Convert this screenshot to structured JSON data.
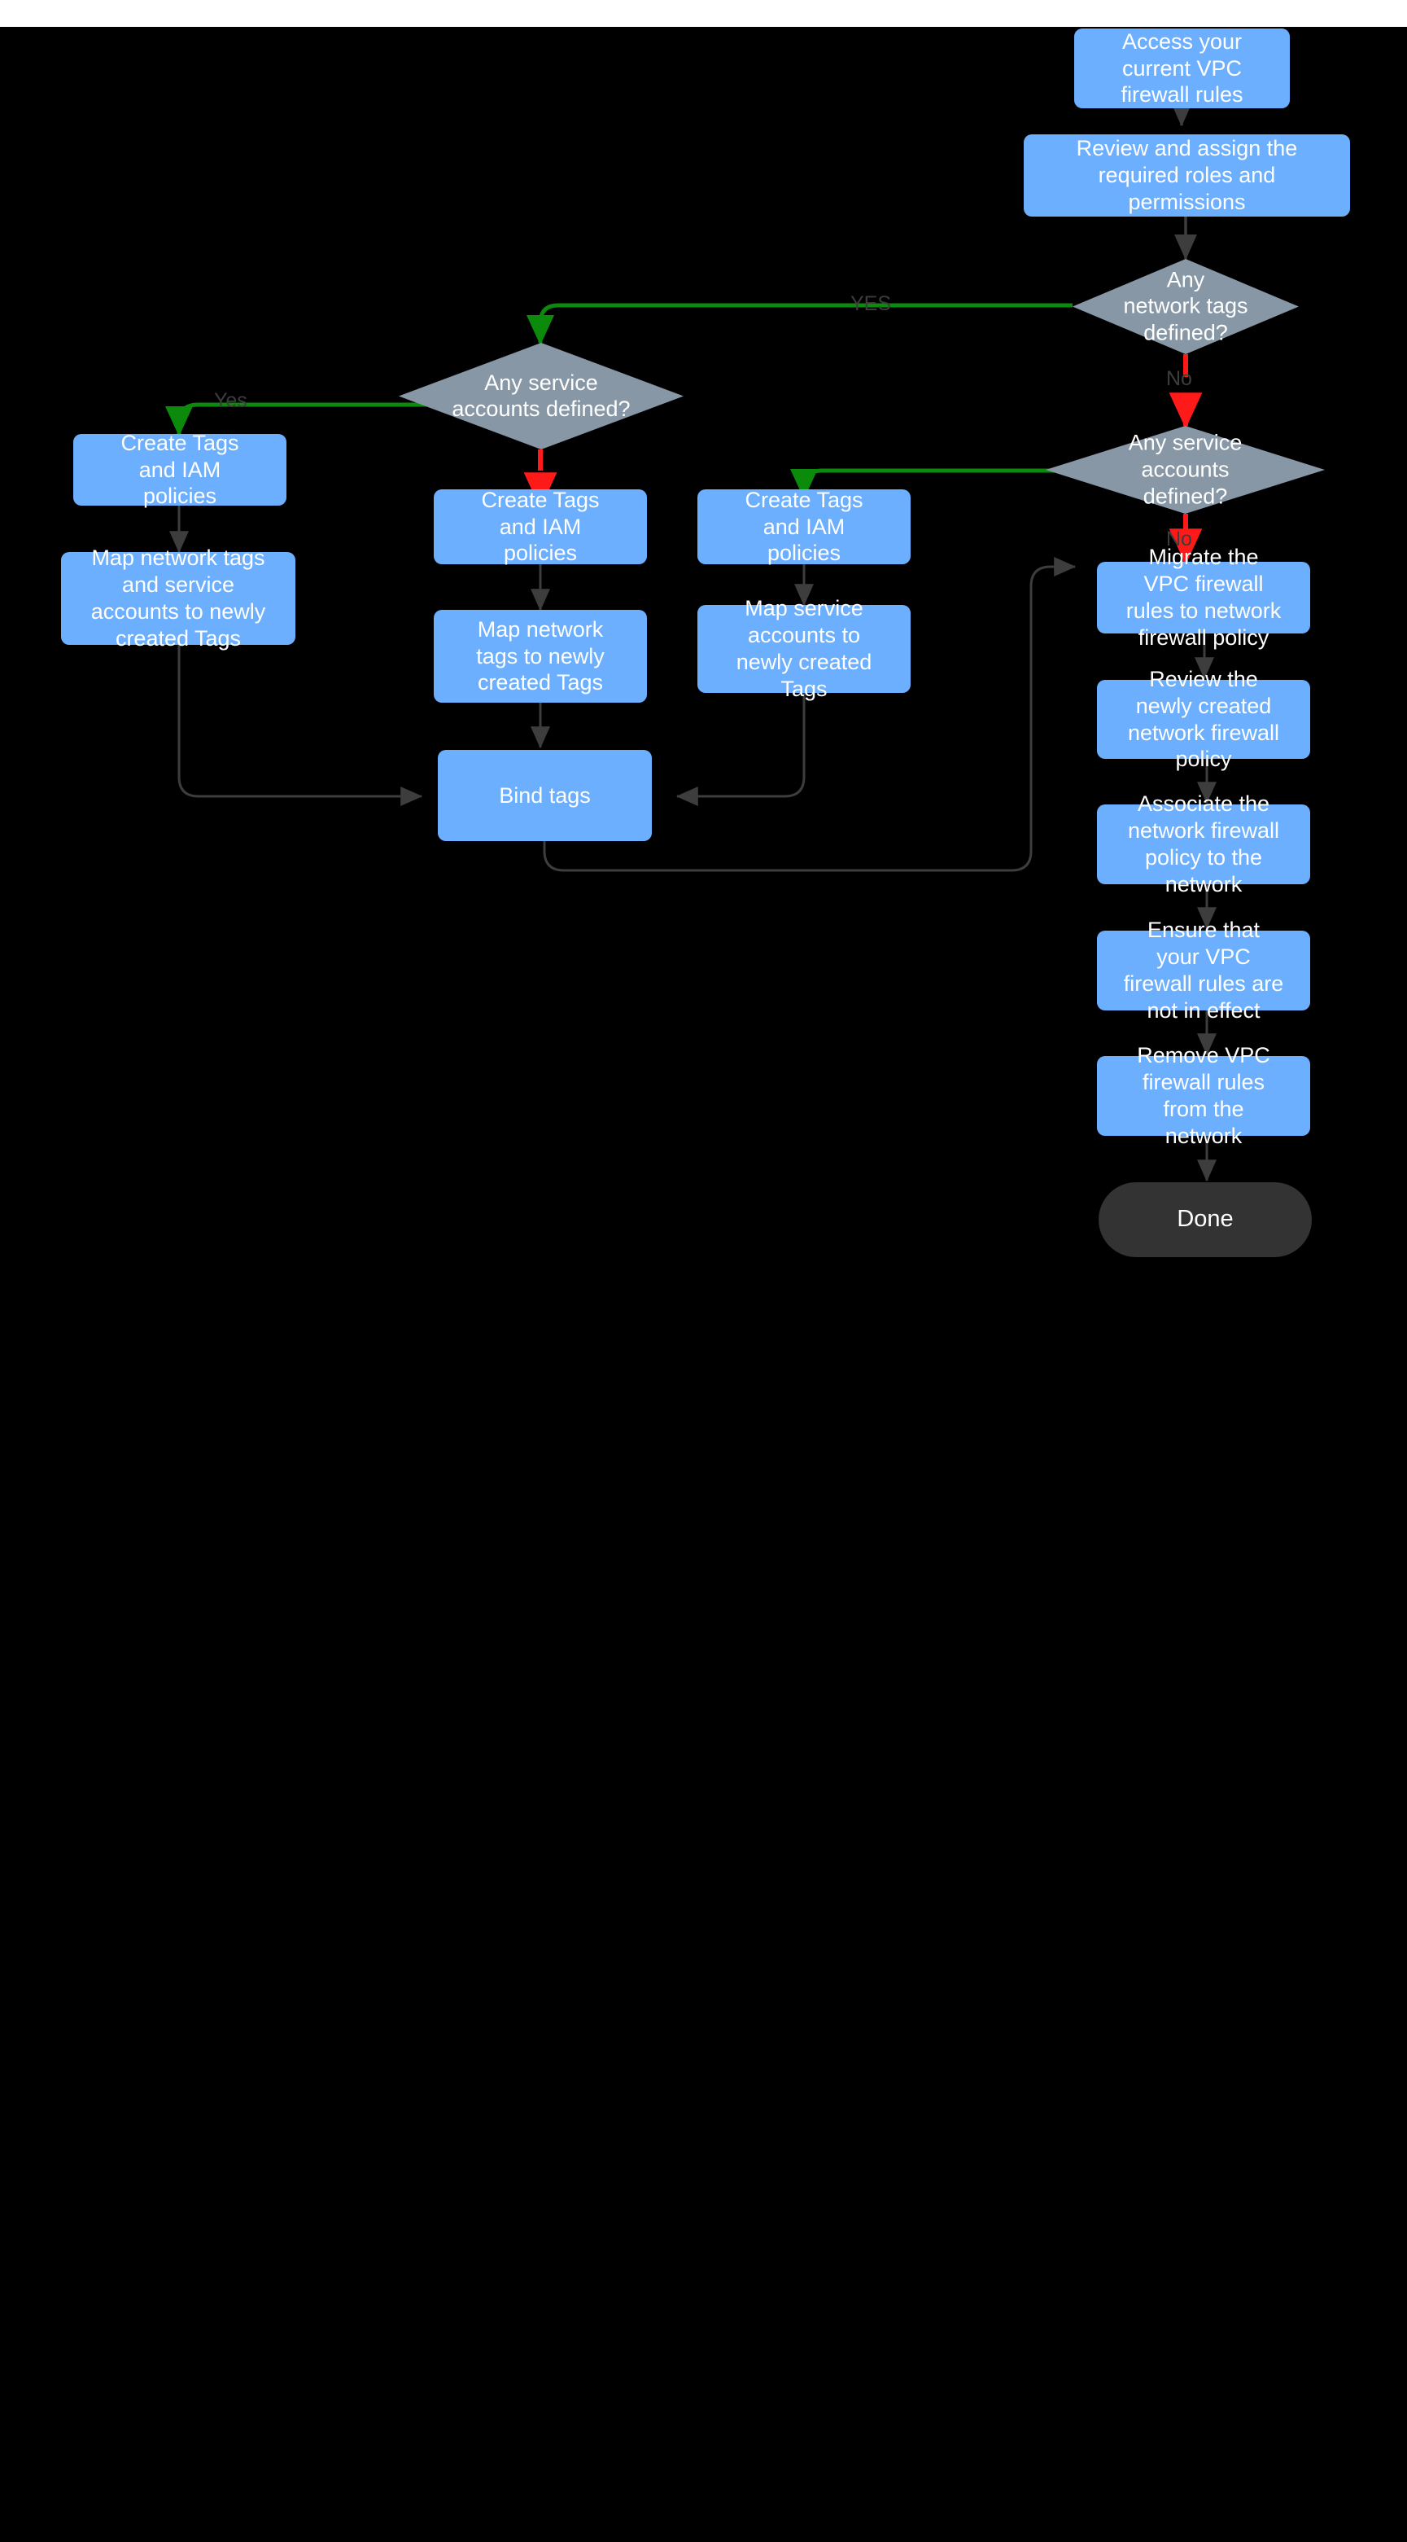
{
  "theme": {
    "page_background": "#ffffff",
    "board_background": "#000000",
    "process_fill": "#6cafff",
    "process_text": "#ffffff",
    "decision_fill": "#8797a6",
    "decision_text": "#ffffff",
    "terminal_fill": "#333333",
    "terminal_text": "#ffffff",
    "edge_default": "#3d3d3d",
    "edge_yes": "#0b8a0b",
    "edge_no": "#ff1a1a",
    "edge_label_text": "#3d3d3d"
  },
  "diagram": {
    "type": "flowchart",
    "orientation": "top-right to bottom, branching left",
    "nodes": [
      {
        "id": "n1",
        "shape": "process",
        "label": "Access your\ncurrent VPC\nfirewall rules"
      },
      {
        "id": "n2",
        "shape": "process",
        "label": "Review and assign the\nrequired roles and\npermissions"
      },
      {
        "id": "d1",
        "shape": "decision",
        "label": "Any\nnetwork tags\ndefined?"
      },
      {
        "id": "d2",
        "shape": "decision",
        "label": "Any service\naccounts defined?"
      },
      {
        "id": "d3",
        "shape": "decision",
        "label": "Any service\naccounts\ndefined?"
      },
      {
        "id": "n3",
        "shape": "process",
        "label": "Create Tags\nand IAM\npolicies"
      },
      {
        "id": "n4",
        "shape": "process",
        "label": "Map network tags\nand service\naccounts to newly\ncreated Tags"
      },
      {
        "id": "n5",
        "shape": "process",
        "label": "Create Tags\nand IAM\npolicies"
      },
      {
        "id": "n6",
        "shape": "process",
        "label": "Map network\ntags to newly\ncreated Tags"
      },
      {
        "id": "n7",
        "shape": "process",
        "label": "Create Tags\nand IAM\npolicies"
      },
      {
        "id": "n8",
        "shape": "process",
        "label": "Map service\naccounts  to\nnewly created\nTags"
      },
      {
        "id": "n9",
        "shape": "process",
        "label": "Bind tags"
      },
      {
        "id": "n10",
        "shape": "process",
        "label": "Migrate the\nVPC firewall\nrules to network\nfirewall policy"
      },
      {
        "id": "n11",
        "shape": "process",
        "label": "Review the\nnewly created\nnetwork firewall\npolicy"
      },
      {
        "id": "n12",
        "shape": "process",
        "label": "Associate the\nnetwork firewall\npolicy to the\nnetwork"
      },
      {
        "id": "n13",
        "shape": "process",
        "label": "Ensure that\nyour VPC\nfirewall rules are\nnot in effect"
      },
      {
        "id": "n14",
        "shape": "process",
        "label": "Remove  VPC\nfirewall rules\nfrom the\nnetwork"
      },
      {
        "id": "n15",
        "shape": "terminal",
        "label": "Done"
      }
    ],
    "edge_labels": [
      {
        "id": "e_yes_upper",
        "text": "YES",
        "from": "d1",
        "to": "d2",
        "color": "#0b8a0b"
      },
      {
        "id": "e_no_d1",
        "text": "No",
        "from": "d1",
        "to": "d3",
        "color": "#ff1a1a"
      },
      {
        "id": "e_yes_left",
        "text": "Yes",
        "from": "d2",
        "to": "n3",
        "color": "#0b8a0b"
      },
      {
        "id": "e_no_d3",
        "text": "No",
        "from": "d3",
        "to": "n10",
        "color": "#ff1a1a"
      }
    ],
    "unlabeled_edges": [
      {
        "from": "n1",
        "to": "n2"
      },
      {
        "from": "d2",
        "to": "n5"
      },
      {
        "from": "d3",
        "to": "n7"
      },
      {
        "from": "n3",
        "to": "n4"
      },
      {
        "from": "n4",
        "to": "n9"
      },
      {
        "from": "n5",
        "to": "n6"
      },
      {
        "from": "n6",
        "to": "n9"
      },
      {
        "from": "n7",
        "to": "n8"
      },
      {
        "from": "n8",
        "to": "n9"
      },
      {
        "from": "n9",
        "to": "n10"
      },
      {
        "from": "n10",
        "to": "n11"
      },
      {
        "from": "n11",
        "to": "n12"
      },
      {
        "from": "n12",
        "to": "n13"
      },
      {
        "from": "n13",
        "to": "n14"
      },
      {
        "from": "n14",
        "to": "n15"
      }
    ]
  }
}
